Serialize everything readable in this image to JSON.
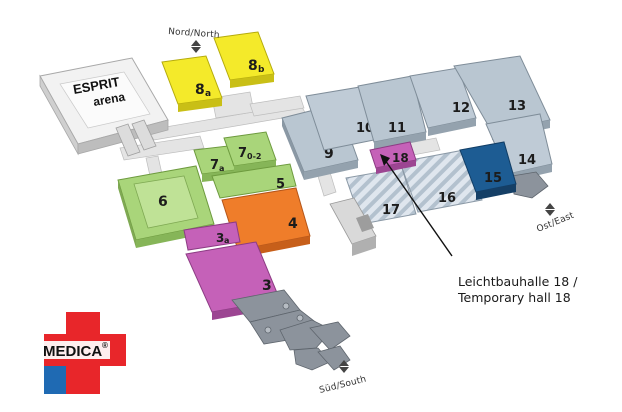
{
  "compass": {
    "north": "Nord/North",
    "east": "Ost/East",
    "south": "Süd/South"
  },
  "arena": {
    "line1": "ESPRIT",
    "line2": "arena"
  },
  "halls": {
    "h8a": {
      "num": "8",
      "sub": "a"
    },
    "h8b": {
      "num": "8",
      "sub": "b"
    },
    "h7a": {
      "num": "7",
      "sub": "a"
    },
    "h7b": {
      "num": "7",
      "sub": "0-2"
    },
    "h6": {
      "num": "6"
    },
    "h5": {
      "num": "5"
    },
    "h4": {
      "num": "4"
    },
    "h3a": {
      "num": "3",
      "sub": "a"
    },
    "h3": {
      "num": "3"
    },
    "h9": {
      "num": "9"
    },
    "h10": {
      "num": "10"
    },
    "h11": {
      "num": "11"
    },
    "h12": {
      "num": "12"
    },
    "h13": {
      "num": "13"
    },
    "h14": {
      "num": "14"
    },
    "h15": {
      "num": "15"
    },
    "h16": {
      "num": "16"
    },
    "h17": {
      "num": "17"
    },
    "h18": {
      "num": "18"
    }
  },
  "callout": {
    "line1": "Leichtbauhalle 18 /",
    "line2": "Temporary hall 18"
  },
  "logo": {
    "text": "MEDICA",
    "reg": "®"
  },
  "colors": {
    "yellow": "#f4ea2a",
    "green": "#a9d57a",
    "orange": "#ef7d2a",
    "purple": "#c561b8",
    "grey_blue": "#b9c6d1",
    "dark_blue": "#1d5c93",
    "hatch": "#c9d4de",
    "logo_red": "#e8262a",
    "logo_blue": "#1f6ab3"
  }
}
